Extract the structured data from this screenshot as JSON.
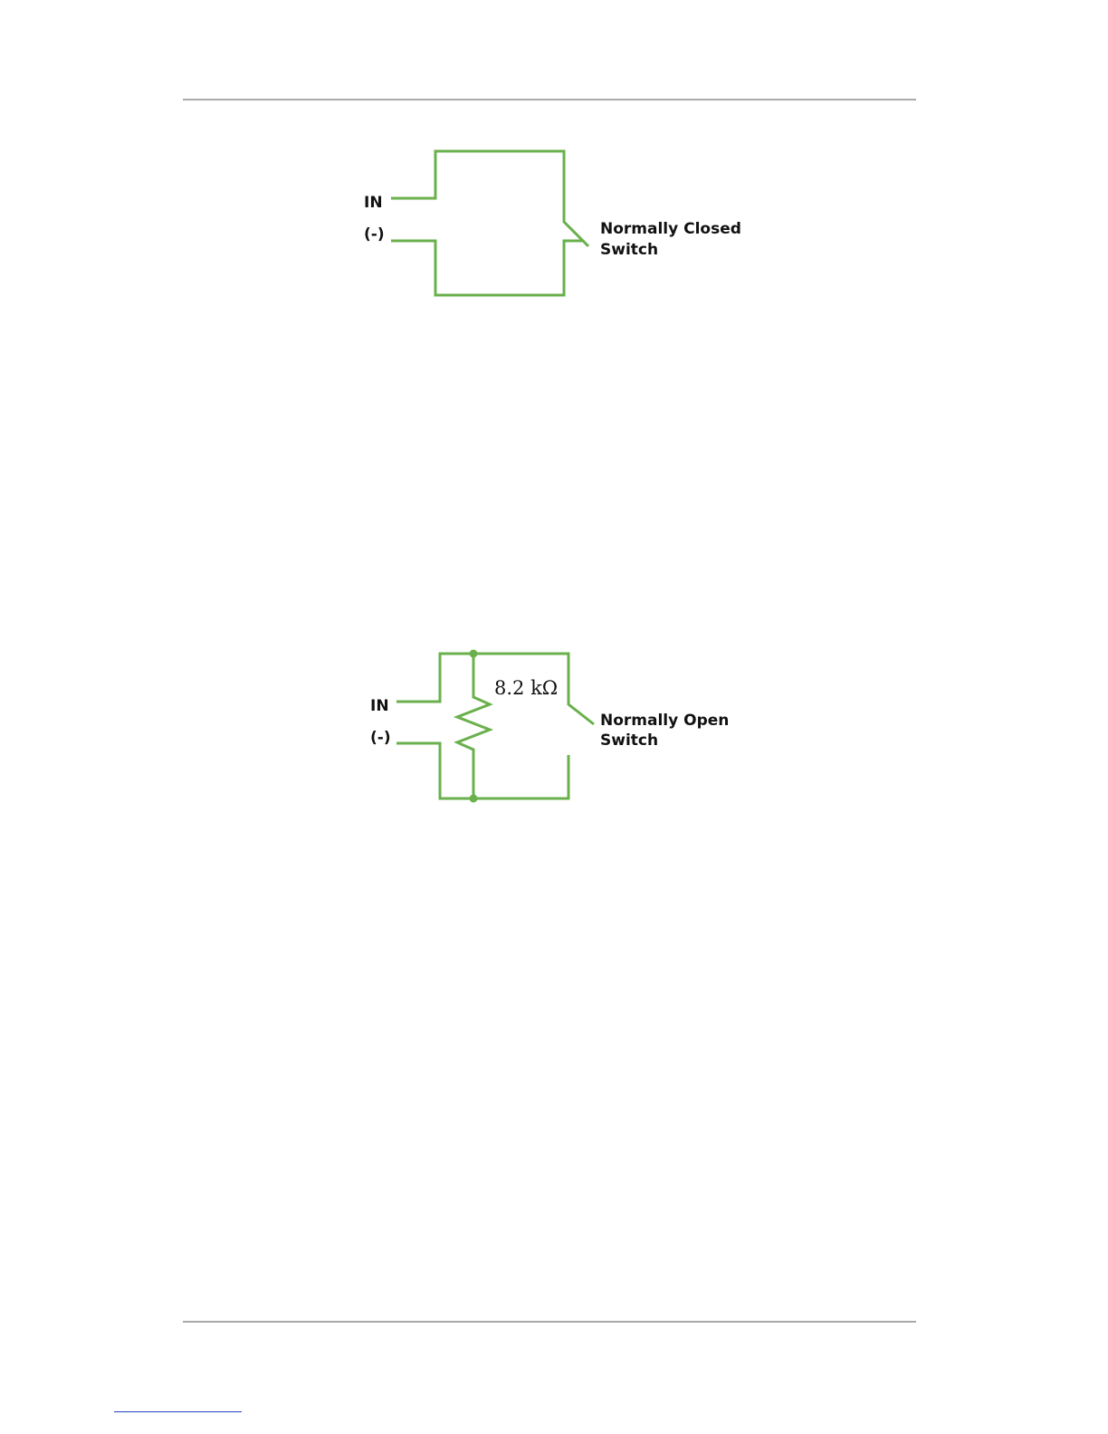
{
  "diagram_nc": {
    "label_in": "IN",
    "label_neg": "(-)",
    "switch_label_line1": "Normally Closed",
    "switch_label_line2": "Switch"
  },
  "diagram_no": {
    "label_in": "IN",
    "label_neg": "(-)",
    "resistor_value": "8.2 kΩ",
    "switch_label_line1": "Normally Open",
    "switch_label_line2": "Switch"
  },
  "colors": {
    "wire": "#6ab04c",
    "rule": "#a9a9a9",
    "link": "#1f3fbf"
  }
}
